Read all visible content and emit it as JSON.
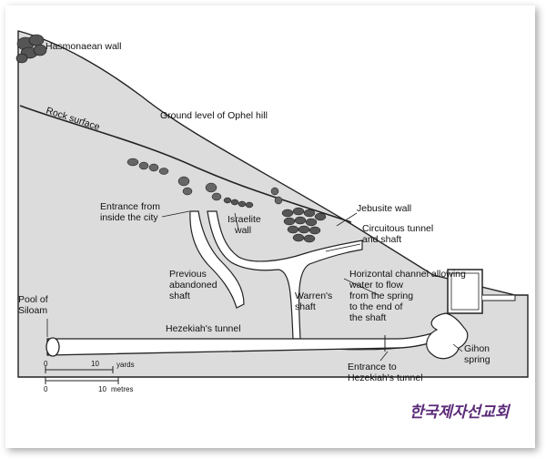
{
  "labels": {
    "hasmonaean_wall": "Hasmonaean wall",
    "ground_level": "Ground level of Ophel hill",
    "rock_surface": "Rock surface",
    "entrance_city_1": "Entrance from",
    "entrance_city_2": "inside the city",
    "israelite_1": "Israelite",
    "israelite_2": "wall",
    "jebusite": "Jebusite wall",
    "circuitous_1": "Circuitous tunnel",
    "circuitous_2": "and shaft",
    "horizontal_1": "Horizontal channel allowing",
    "horizontal_2": "water to flow",
    "horizontal_3": "from the spring",
    "horizontal_4": "to the end of",
    "horizontal_5": "the shaft",
    "previous_1": "Previous",
    "previous_2": "abandoned",
    "previous_3": "shaft",
    "warrens_1": "Warren's",
    "warrens_2": "shaft",
    "pool_1": "Pool of",
    "pool_2": "Siloam",
    "hezekiah_tunnel": "Hezekiah's tunnel",
    "gihon_1": "Gihon",
    "gihon_2": "spring",
    "entrance_hez_1": "Entrance to",
    "entrance_hez_2": "Hezekiah's tunnel"
  },
  "scale": {
    "zero_top": "0",
    "ten_top": "10",
    "unit_top": "yards",
    "zero_bottom": "0",
    "ten_bottom": "10",
    "unit_bottom": "metres"
  },
  "watermark": "한국제자선교회",
  "colors": {
    "hill_fill": "#dcdcdc",
    "line": "#222222",
    "logo": "#5a2a78"
  }
}
